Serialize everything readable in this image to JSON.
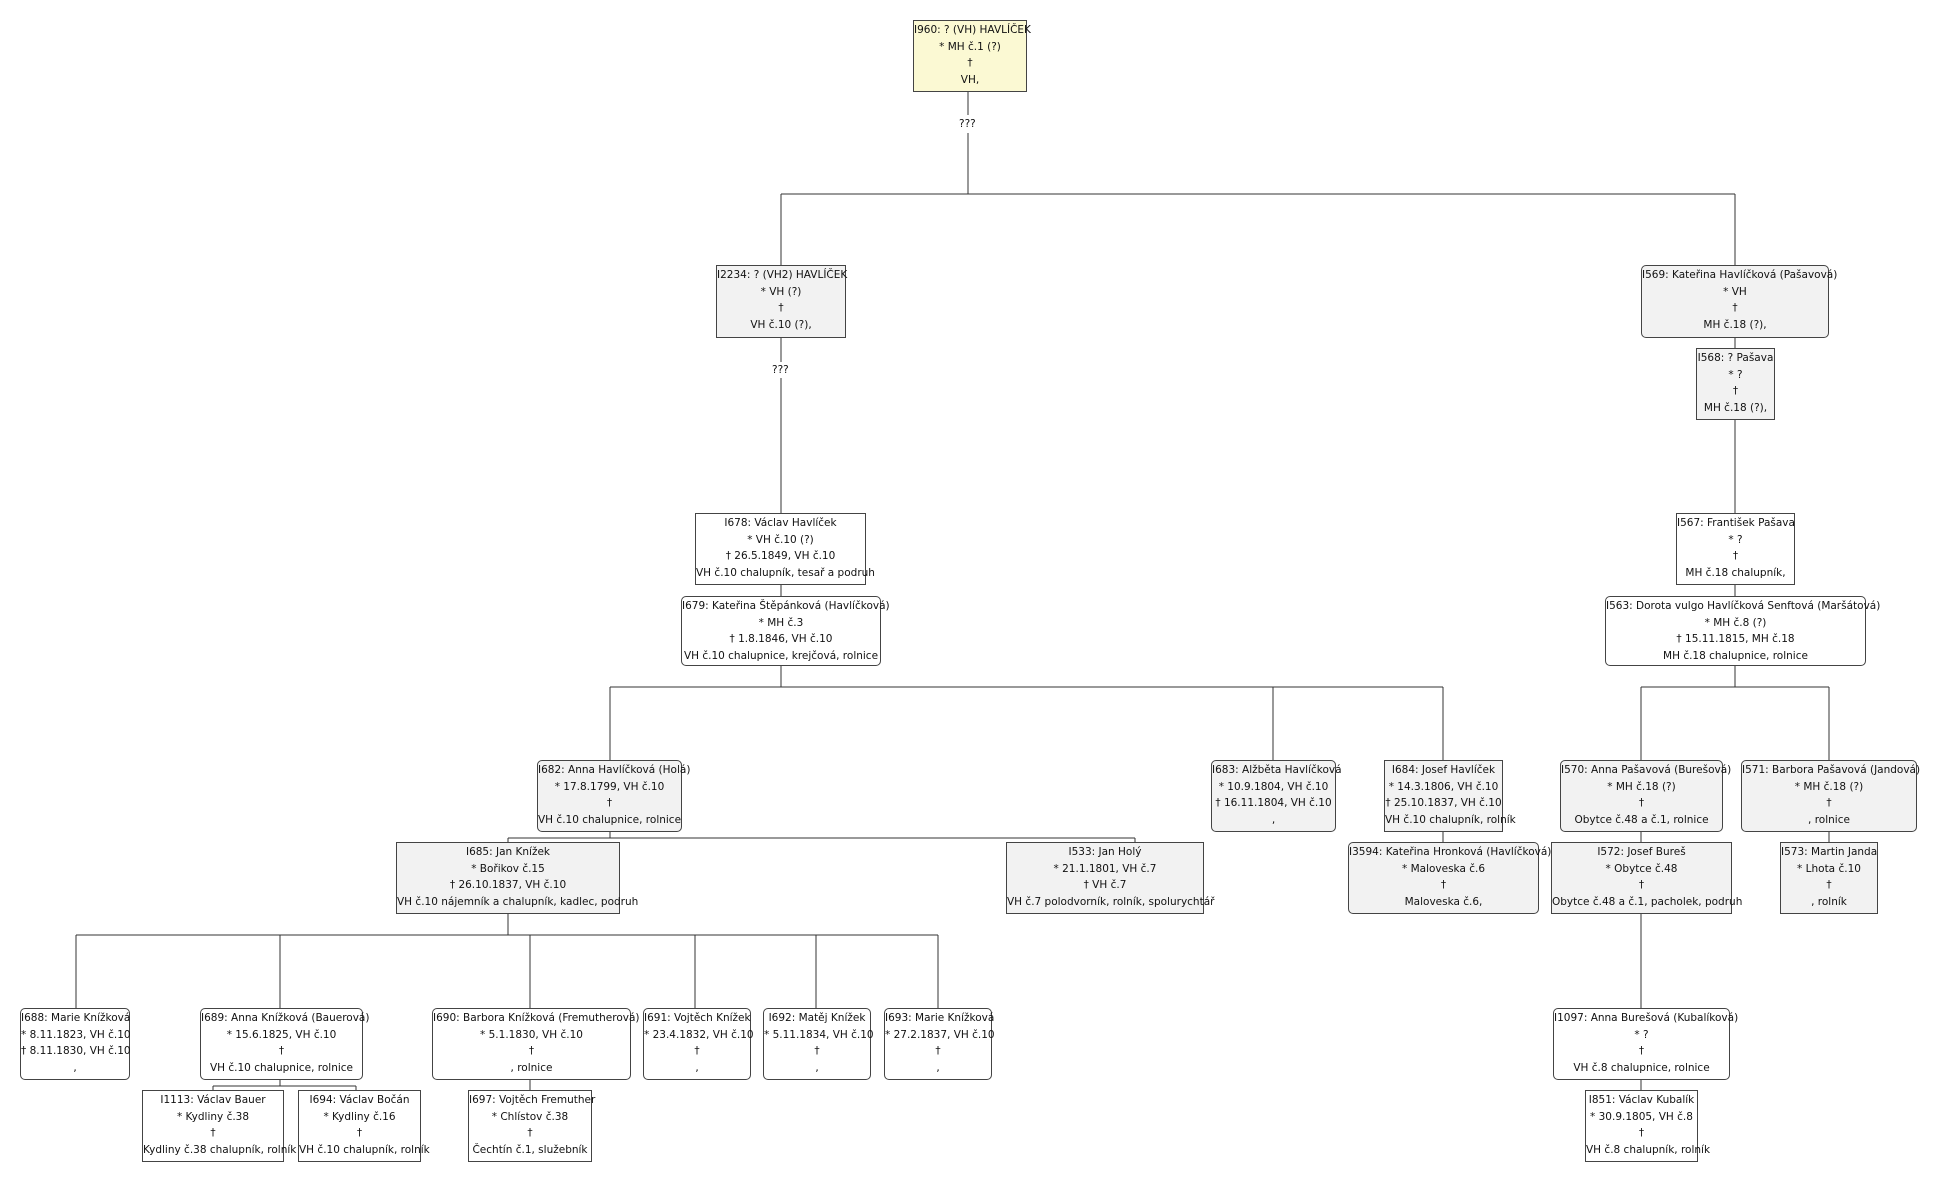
{
  "persons": {
    "I960": {
      "lines": [
        "I960: ? (VH) HAVLÍČEK",
        "* MH č.1 (?)",
        "†",
        "VH,"
      ]
    },
    "I2234": {
      "lines": [
        "I2234: ? (VH2) HAVLÍČEK",
        "* VH (?)",
        "†",
        "VH č.10 (?),"
      ]
    },
    "I569": {
      "lines": [
        "I569: Kateřina Havlíčková (Pašavová)",
        "* VH",
        "†",
        "MH č.18 (?),"
      ]
    },
    "I568": {
      "lines": [
        "I568: ? Pašava",
        "* ?",
        "†",
        "MH č.18 (?),"
      ]
    },
    "I678": {
      "lines": [
        "I678: Václav Havlíček",
        "* VH č.10 (?)",
        "† 26.5.1849, VH č.10",
        "VH č.10 chalupník, tesař a podruh"
      ]
    },
    "I679": {
      "lines": [
        "I679: Kateřina Štěpánková (Havlíčková)",
        "* MH č.3",
        "† 1.8.1846, VH č.10",
        "VH č.10 chalupnice, krejčová, rolnice"
      ]
    },
    "I567": {
      "lines": [
        "I567: František Pašava",
        "* ?",
        "†",
        "MH č.18 chalupník,"
      ]
    },
    "I563": {
      "lines": [
        "I563: Dorota vulgo Havlíčková Senftová (Maršátová)",
        "* MH č.8 (?)",
        "† 15.11.1815, MH č.18",
        "MH č.18 chalupnice, rolnice"
      ]
    },
    "I682": {
      "lines": [
        "I682: Anna Havlíčková (Holá)",
        "* 17.8.1799, VH č.10",
        "†",
        "VH č.10 chalupnice, rolnice"
      ]
    },
    "I683": {
      "lines": [
        "I683: Alžběta Havlíčková",
        "* 10.9.1804, VH č.10",
        "† 16.11.1804, VH č.10",
        ","
      ]
    },
    "I684": {
      "lines": [
        "I684: Josef Havlíček",
        "* 14.3.1806, VH č.10",
        "† 25.10.1837, VH č.10",
        "VH č.10 chalupník, rolník"
      ]
    },
    "I3594": {
      "lines": [
        "I3594: Kateřina Hronková (Havlíčková)",
        "* Maloveska č.6",
        "†",
        "Maloveska č.6,"
      ]
    },
    "I570": {
      "lines": [
        "I570: Anna Pašavová (Burešová)",
        "* MH č.18 (?)",
        "†",
        "Obytce č.48 a č.1, rolnice"
      ]
    },
    "I572": {
      "lines": [
        "I572: Josef Bureš",
        "* Obytce č.48",
        "†",
        "Obytce č.48 a č.1, pacholek, podruh"
      ]
    },
    "I571": {
      "lines": [
        "I571: Barbora Pašavová (Jandová)",
        "* MH č.18 (?)",
        "†",
        ", rolnice"
      ]
    },
    "I573": {
      "lines": [
        "I573: Martin Janda",
        "* Lhota č.10",
        "†",
        ", rolník"
      ]
    },
    "I685": {
      "lines": [
        "I685: Jan Knížek",
        "* Bořikov č.15",
        "† 26.10.1837, VH č.10",
        "VH č.10 nájemník a chalupník, kadlec, podruh"
      ]
    },
    "I533": {
      "lines": [
        "I533: Jan Holý",
        "* 21.1.1801, VH č.7",
        "† VH č.7",
        "VH č.7 polodvorník, rolník, spolurychtář"
      ]
    },
    "I688": {
      "lines": [
        "I688: Marie Knížková",
        "* 8.11.1823, VH č.10",
        "† 8.11.1830, VH č.10",
        ","
      ]
    },
    "I689": {
      "lines": [
        "I689: Anna Knížková (Bauerová)",
        "* 15.6.1825, VH č.10",
        "†",
        "VH č.10 chalupnice, rolnice"
      ]
    },
    "I690": {
      "lines": [
        "I690: Barbora Knížková (Fremutherová)",
        "* 5.1.1830, VH č.10",
        "†",
        ", rolnice"
      ]
    },
    "I691": {
      "lines": [
        "I691: Vojtěch Knížek",
        "* 23.4.1832, VH č.10",
        "†",
        ","
      ]
    },
    "I692": {
      "lines": [
        "I692: Matěj Knížek",
        "* 5.11.1834, VH č.10",
        "†",
        ","
      ]
    },
    "I693": {
      "lines": [
        "I693: Marie Knížková",
        "* 27.2.1837, VH č.10",
        "†",
        ","
      ]
    },
    "I1113": {
      "lines": [
        "I1113: Václav Bauer",
        "* Kydliny č.38",
        "†",
        "Kydliny č.38 chalupník, rolník"
      ]
    },
    "I694": {
      "lines": [
        "I694: Václav Bočán",
        "* Kydliny č.16",
        "†",
        "VH č.10 chalupník, rolník"
      ]
    },
    "I697": {
      "lines": [
        "I697: Vojtěch Fremuther",
        "* Chlístov č.38",
        "†",
        "Čechtín č.1, služebník"
      ]
    },
    "I1097": {
      "lines": [
        "I1097: Anna Burešová (Kubalíková)",
        "* ?",
        "†",
        "VH č.8 chalupnice, rolnice"
      ]
    },
    "I851": {
      "lines": [
        "I851: Václav Kubalík",
        "* 30.9.1805, VH č.8",
        "†",
        "VH č.8 chalupník, rolník"
      ]
    }
  },
  "unknown_marks": [
    "???",
    "???"
  ]
}
